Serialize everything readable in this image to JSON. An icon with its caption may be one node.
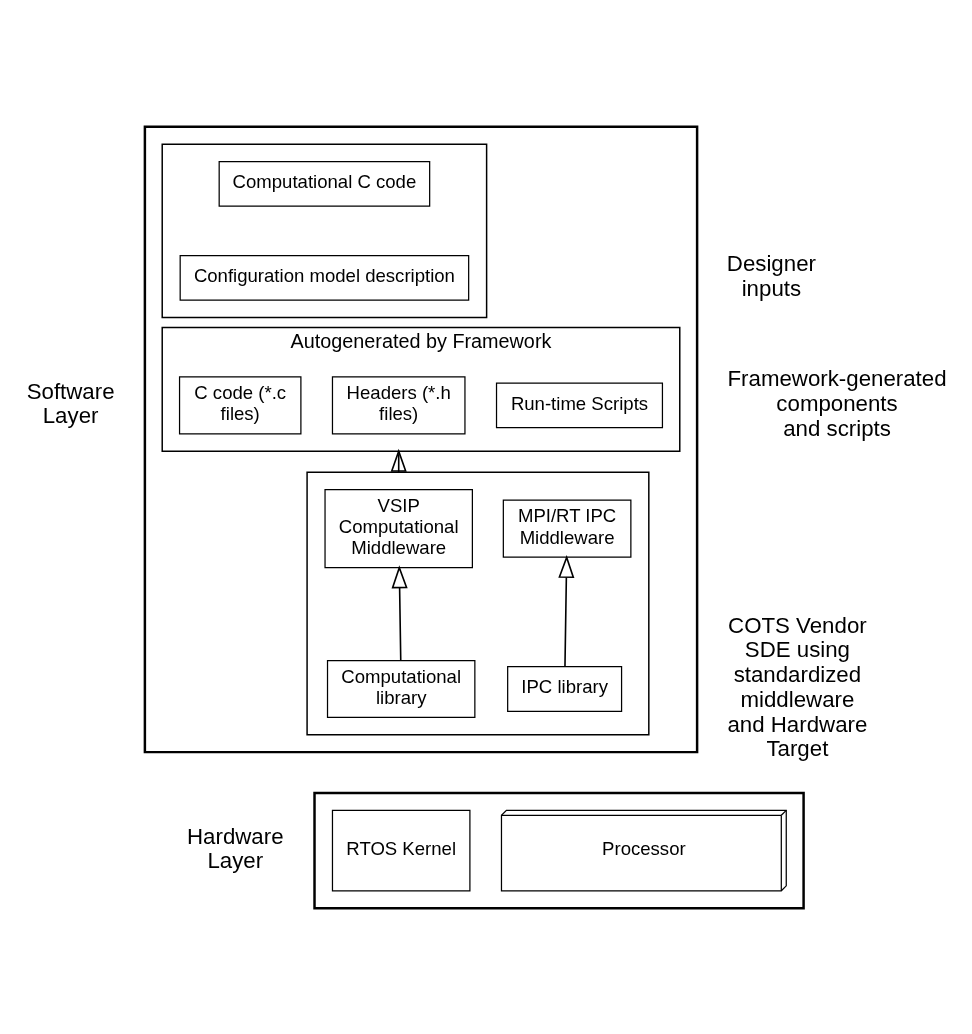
{
  "diagram": {
    "nodes": [
      {
        "text": [],
        "shape": "box"
      },
      {
        "text": [],
        "shape": "box",
        "in": 0
      },
      {
        "text": [
          "Computational C code"
        ],
        "in": 1
      },
      {
        "text": [
          "Configuration model description"
        ],
        "in": 1
      },
      {
        "text": [
          "Autogenerated by Framework"
        ],
        "in": 0
      },
      {
        "text": [
          "C code (*.c files)"
        ],
        "in": 4
      },
      {
        "text": [
          "Headers (*.h files)"
        ],
        "in": 4
      },
      {
        "text": [
          "Run-time Scripts"
        ],
        "in": 4
      },
      {
        "text": [],
        "shape": "box",
        "in": 0
      },
      {
        "text": [
          "VSIP Computational Middleware"
        ],
        "in": 8
      },
      {
        "text": [
          "MPI/RT IPC Middleware"
        ],
        "in": 8
      },
      {
        "text": [
          "Computational library"
        ],
        "in": 8
      },
      {
        "text": [
          "IPC library"
        ],
        "in": 8
      },
      {
        "text": [],
        "shape": "box"
      },
      {
        "text": [
          "RTOS Kernel"
        ],
        "in": 13
      },
      {
        "text": [
          "Processor"
        ],
        "in": 13
      }
    ],
    "edges": [
      {
        "from": 8,
        "to": 4,
        "arrow": "to"
      },
      {
        "from": 11,
        "to": 9,
        "arrow": "to"
      },
      {
        "from": 12,
        "to": 10,
        "arrow": "to"
      }
    ],
    "labels": [
      "Designer inputs",
      "Framework-generated components and scripts",
      "Software Layer",
      "COTS Vendor SDE using standardized middleware and Hardware Target",
      "Hardware Layer"
    ]
  }
}
